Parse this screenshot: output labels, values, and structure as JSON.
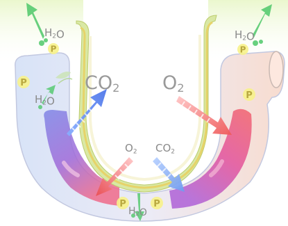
{
  "labels": {
    "co2_large": "CO2",
    "o2_large": "O2",
    "o2_small": "O2",
    "co2_small": "CO2",
    "h2o_top_left": "H2O",
    "h2o_top_right": "H2O",
    "h2o_mid_left": "H2O",
    "h2o_bottom": "H2O",
    "p_marker": "P"
  },
  "colors": {
    "co2_arrow": "#6f8ff0",
    "o2_arrow": "#f07070",
    "h2o_arrow": "#4fc86a",
    "p_marker": "#f7f28a",
    "gut_outer": "#d9dcf2",
    "inner_membrane": "#d6e7a0",
    "inner_tube": "#e7d77a"
  }
}
